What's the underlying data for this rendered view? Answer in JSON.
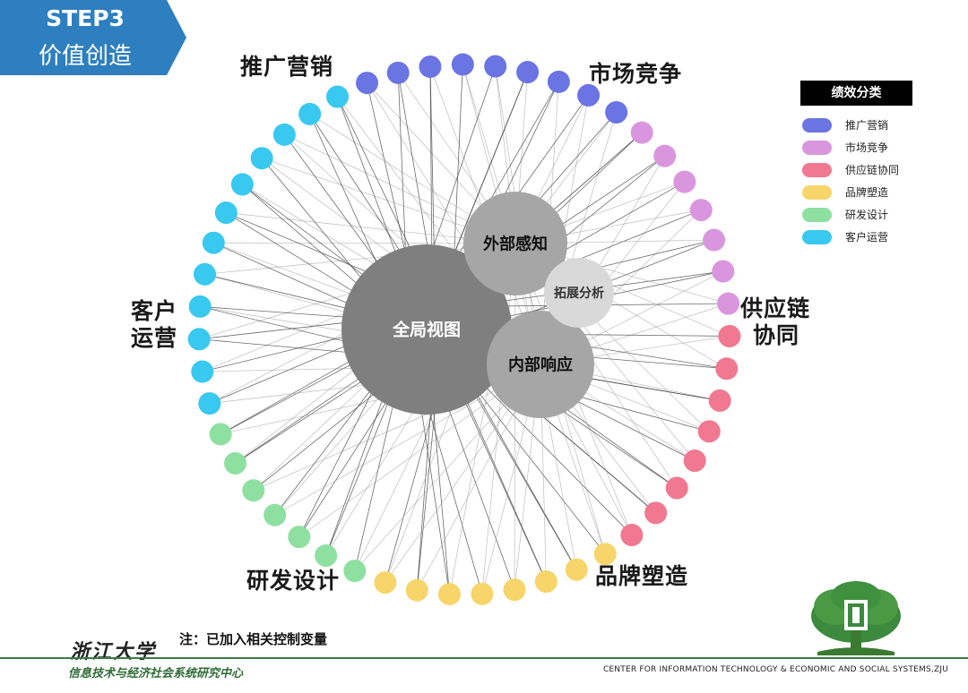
{
  "step": {
    "number": "STEP3",
    "title": "价值创造",
    "color": "#2e7fbf"
  },
  "hub_nodes": [
    {
      "id": "global",
      "label": "全局视图",
      "color": "#7f7f7f"
    },
    {
      "id": "external",
      "label": "外部感知",
      "color": "#a6a6a6"
    },
    {
      "id": "internal",
      "label": "内部响应",
      "color": "#a6a6a6"
    },
    {
      "id": "expand",
      "label": "拓展分析",
      "color": "#d9d9d9"
    }
  ],
  "groups": [
    {
      "name": "推广营销",
      "label": "推广营销",
      "color": "#6b74e3",
      "count": 9
    },
    {
      "name": "市场竞争",
      "label": "市场竞争",
      "color": "#d996de",
      "count": 7
    },
    {
      "name": "供应链协同",
      "label_lines": [
        "供应链",
        "协同"
      ],
      "color": "#f07890",
      "count": 8
    },
    {
      "name": "品牌塑造",
      "label": "品牌塑造",
      "color": "#f7d56a",
      "count": 8
    },
    {
      "name": "研发设计",
      "label": "研发设计",
      "color": "#8ee0a0",
      "count": 7
    },
    {
      "name": "客户运营",
      "label_lines": [
        "客户",
        "运营"
      ],
      "color": "#38c8f0",
      "count": 12
    }
  ],
  "legend": {
    "title": "绩效分类",
    "items": [
      {
        "label": "推广营销",
        "color": "#6b74e3"
      },
      {
        "label": "市场竞争",
        "color": "#d996de"
      },
      {
        "label": "供应链协同",
        "color": "#f07890"
      },
      {
        "label": "品牌塑造",
        "color": "#f7d56a"
      },
      {
        "label": "研发设计",
        "color": "#8ee0a0"
      },
      {
        "label": "客户运营",
        "color": "#38c8f0"
      }
    ]
  },
  "note": "注：已加入相关控制变量",
  "footer": {
    "university": "浙江大学",
    "center_cn": "信息技术与经济社会系统研究中心",
    "center_en": "CENTER FOR INFORMATION TECHNOLOGY & ECONOMIC AND SOCIAL SYSTEMS,ZJU",
    "line_color": "#3d7a45"
  }
}
